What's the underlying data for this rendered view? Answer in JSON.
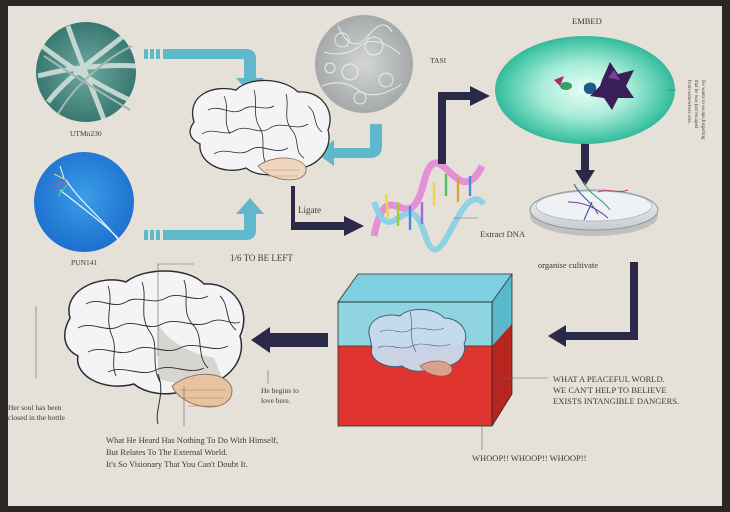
{
  "labels": {
    "utm": "UTMn230",
    "pun": "PUN141",
    "tasi": "TASI",
    "embed": "EMBED",
    "ligate": "Ligate",
    "extract_dna": "Extract DNA",
    "organise": "organise cultivate",
    "one_sixth": "1/6 TO BE LEFT",
    "soul": [
      "Her soul has been",
      "closed in the bottle"
    ],
    "begins": [
      "He begins to",
      "love here."
    ],
    "heard": [
      "What He Heard Has Nothing To Do With Himself,",
      "But Relates To The External World.",
      "It's So Visionary That You Can't Doubt It."
    ],
    "peaceful": [
      "WHAT A PEACEFUL WORLD.",
      "WE CAN'T HELP TO BELIEVE",
      "EXISTS INTANGIBLE DANGERS."
    ],
    "whoop": "WHOOP!! WHOOP!! WHOOP!!",
    "side_note": [
      "He wants to escape,forgetting",
      "that he was just escaped",
      "from somewhere else."
    ]
  },
  "colors": {
    "poster": "#e6e1d8",
    "arrow_cyan": "#5fb8cc",
    "arrow_navy": "#2a2a48",
    "box_red": "#e0352e",
    "box_cyan": "#8fd4e0",
    "egg_green": "#6ad6b8"
  }
}
